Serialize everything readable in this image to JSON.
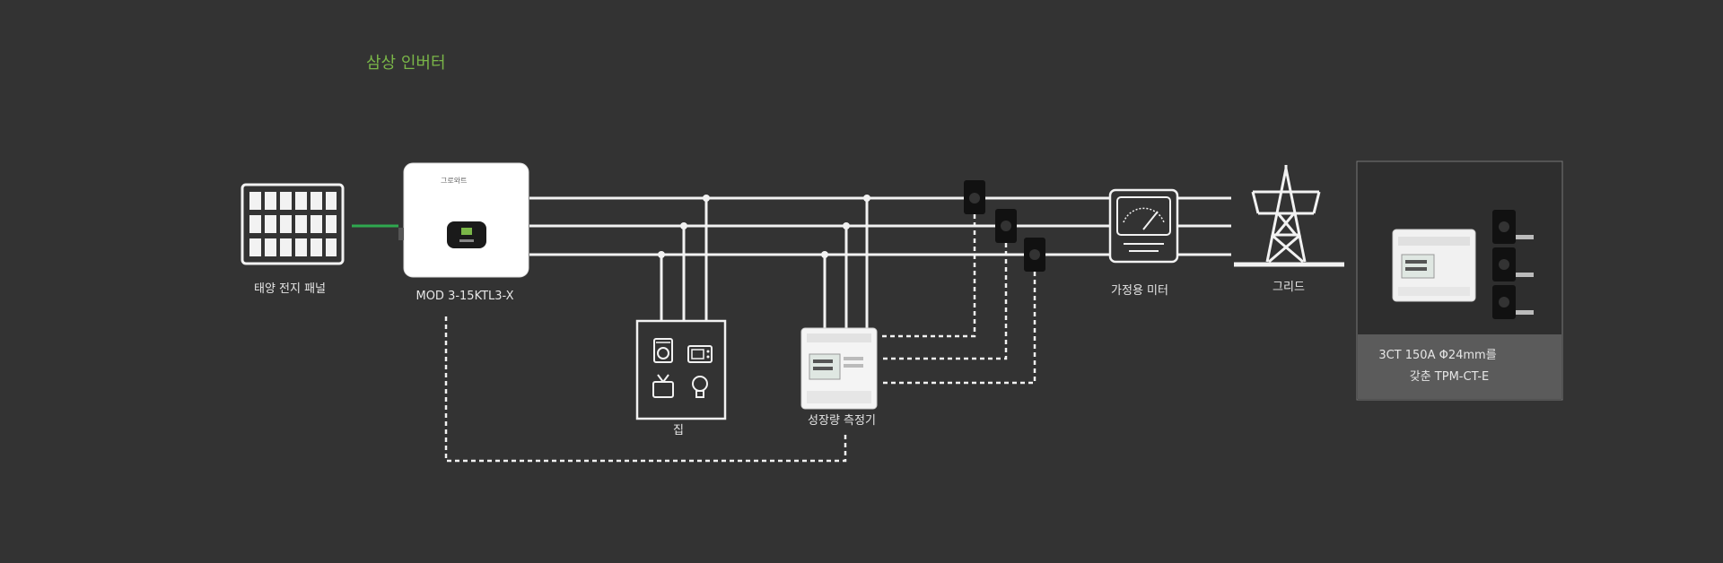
{
  "title": "삼상 인버터",
  "colors": {
    "background": "#333333",
    "title": "#7ab648",
    "line": "#f2f2f2",
    "dc_link": "#2fa84f"
  },
  "components": {
    "solar_panel": {
      "label": "태양 전지 패널",
      "icon": "solar-panel-icon"
    },
    "inverter": {
      "label": "MOD 3-15KTL3-X",
      "brand": "그로와트",
      "icon": "inverter-icon"
    },
    "house": {
      "label": "집",
      "icon": "house-icon"
    },
    "meter": {
      "label": "성장량 측정기",
      "icon": "smart-meter-icon"
    },
    "home_meter": {
      "label": "가정용 미터",
      "icon": "energy-meter-icon"
    },
    "grid": {
      "label": "그리드",
      "icon": "power-pylon-icon"
    }
  },
  "inset": {
    "line1": "3CT 150A Φ24mm를",
    "line2": "갖춘 TPM-CT-E"
  }
}
